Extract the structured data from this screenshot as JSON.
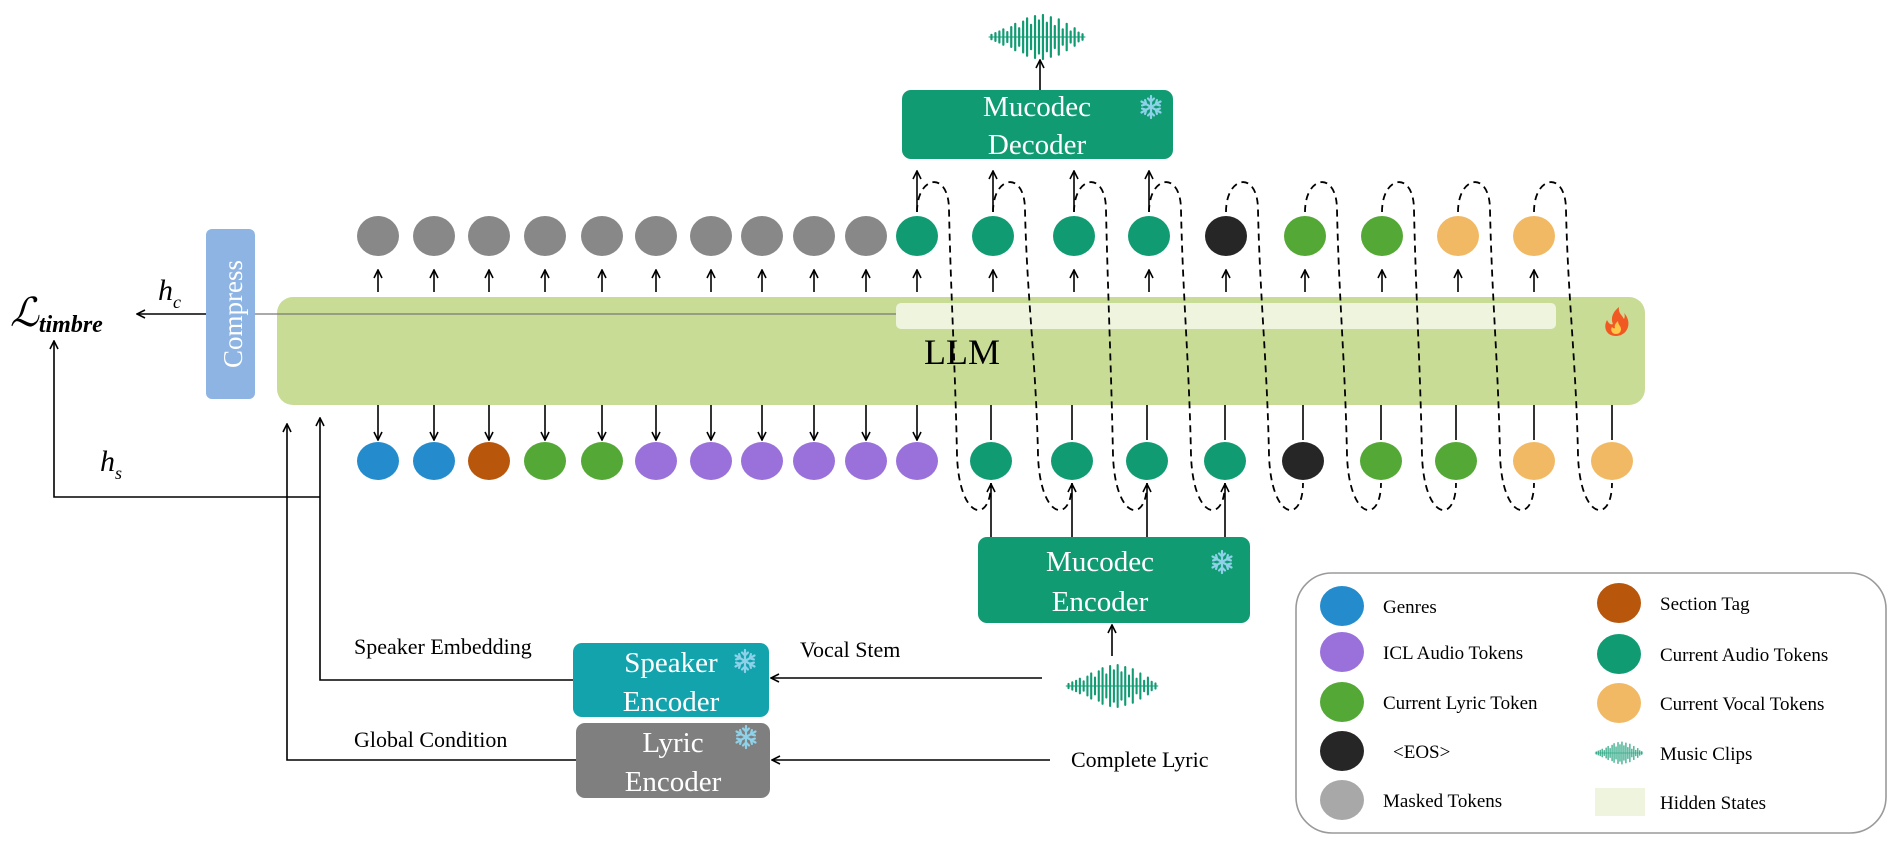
{
  "colors": {
    "llm": "#c8dc96",
    "hidden": "#eef4de",
    "compress": "#8db4e2",
    "mucodec": "#119b73",
    "speaker": "#13a3ad",
    "lyric": "#7f7f7f",
    "genres": "#248ccd",
    "section": "#b8560c",
    "lyric_token": "#54a835",
    "icl": "#9a71db",
    "audio": "#119b73",
    "eos": "#262626",
    "vocal": "#f2b964",
    "masked": "#888888",
    "masked_legend": "#a8a8a8",
    "snow": "#8ed2ea",
    "fire": "#f05a22"
  },
  "icons": {
    "snow": "snowflake-icon",
    "fire": "fire-icon",
    "wave": "waveform-icon"
  },
  "llm": {
    "label": "LLM"
  },
  "compress": {
    "label": "Compress"
  },
  "decoder": {
    "line1": "Mucodec",
    "line2": "Decoder"
  },
  "encoder": {
    "line1": "Mucodec",
    "line2": "Encoder"
  },
  "speaker_encoder": {
    "line1": "Speaker",
    "line2": "Encoder"
  },
  "lyric_encoder": {
    "line1": "Lyric",
    "line2": "Encoder"
  },
  "loss": {
    "base": "ℒ",
    "subscript": "timbre"
  },
  "hc": {
    "base": "h",
    "subscript": "c"
  },
  "hs": {
    "base": "h",
    "subscript": "s"
  },
  "labels": {
    "speaker_embedding": "Speaker Embedding",
    "global_condition": "Global Condition",
    "vocal_stem": "Vocal Stem",
    "complete_lyric": "Complete Lyric"
  },
  "input_tokens": [
    "genres",
    "genres",
    "section",
    "lyric_token",
    "lyric_token",
    "icl",
    "icl",
    "icl",
    "icl",
    "icl",
    "icl",
    "audio",
    "audio",
    "audio",
    "audio",
    "eos",
    "lyric_token",
    "lyric_token",
    "vocal",
    "vocal"
  ],
  "output_tokens": [
    "masked",
    "masked",
    "masked",
    "masked",
    "masked",
    "masked",
    "masked",
    "masked",
    "masked",
    "masked",
    "audio",
    "audio",
    "audio",
    "audio",
    "eos",
    "lyric_token",
    "lyric_token",
    "vocal",
    "vocal"
  ],
  "legend": [
    {
      "key": "genres",
      "label": "Genres"
    },
    {
      "key": "section",
      "label": "Section Tag"
    },
    {
      "key": "icl",
      "label": "ICL Audio Tokens"
    },
    {
      "key": "audio",
      "label": "Current Audio Tokens"
    },
    {
      "key": "lyric_token",
      "label": "Current Lyric Token"
    },
    {
      "key": "vocal",
      "label": "Current Vocal Tokens"
    },
    {
      "key": "eos",
      "label": "<EOS>"
    },
    {
      "key": "wave",
      "label": "Music Clips"
    },
    {
      "key": "masked_legend",
      "label": "Masked Tokens"
    },
    {
      "key": "hidden",
      "label": "Hidden States"
    }
  ]
}
